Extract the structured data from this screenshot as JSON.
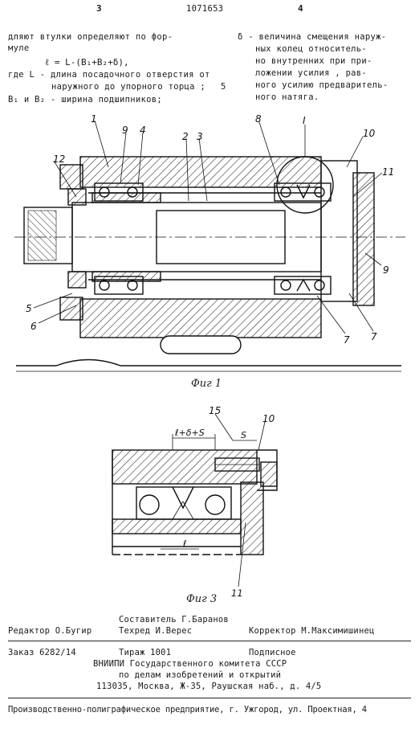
{
  "header": {
    "page_left": "3",
    "patent_no": "1071653",
    "page_right": "4"
  },
  "left_column": {
    "line1": "дляют втулки определяют по фор-",
    "line2": "муле",
    "formula": "ℓ = L-(B₁+B₂+δ),",
    "line3": "где L  - длина посадочного отверстия от",
    "line4": "наружного до упорного торца ;",
    "line_number": "5",
    "line5": "B₁ и B₂ - ширина подшипников;"
  },
  "right_column": {
    "line1": "δ - величина смещения наруж-",
    "line2": "ных колец относитель-",
    "line3": "но внутренних при при-",
    "line4": "ложении усилия , рав-",
    "line5": "ного усилию предваритель-",
    "line6": "ного натяга."
  },
  "figure1": {
    "caption": "Фиг 1",
    "labels": {
      "l1": "1",
      "l9a": "9",
      "l4": "4",
      "l2": "2",
      "l3": "3",
      "l8": "8",
      "lI": "I",
      "l10": "10",
      "l12": "12",
      "l11": "11",
      "l9b": "9",
      "l5": "5",
      "l6": "6",
      "l7a": "7",
      "l7b": "7"
    }
  },
  "figure3": {
    "caption": "Фиг 3",
    "labels": {
      "dim": "ℓ+δ+S",
      "l15": "15",
      "s": "S",
      "l10": "10",
      "l": "ℓ",
      "l11": "11"
    }
  },
  "imprint": {
    "compiler": "Составитель Г.Баранов",
    "editor": "Редактор О.Бугир",
    "techred": "Техред И.Верес",
    "corrector": "Корректор М.Максимишинец",
    "order": "Заказ 6282/14",
    "circulation": "Тираж 1001",
    "subscription": "Подписное",
    "org1": "ВНИИПИ Государственного комитета СССР",
    "org2": "по делам изобретений и открытий",
    "address": "113035, Москва, Ж-35, Раушская наб., д. 4/5",
    "printer": "Производственно-полиграфическое предприятие, г. Ужгород, ул. Проектная, 4"
  }
}
